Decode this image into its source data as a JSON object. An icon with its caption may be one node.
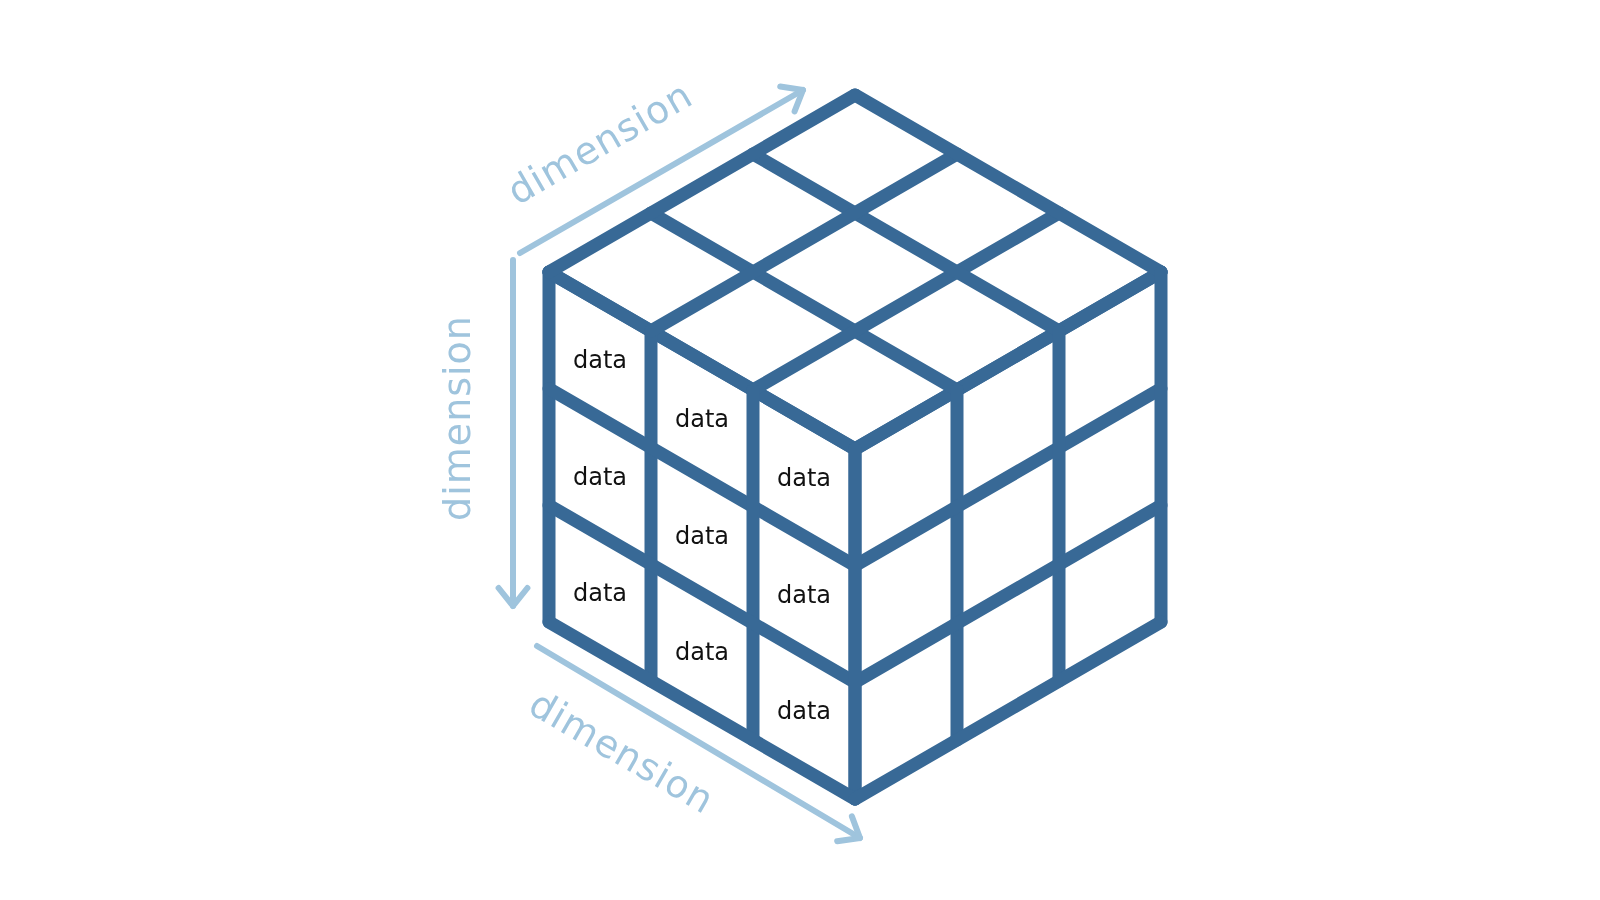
{
  "diagram": {
    "labels": [
      "dimension",
      "dimension",
      "data",
      "data",
      "data",
      "data",
      "data",
      "data",
      "data",
      "data",
      "data",
      "dimension"
    ]
  }
}
